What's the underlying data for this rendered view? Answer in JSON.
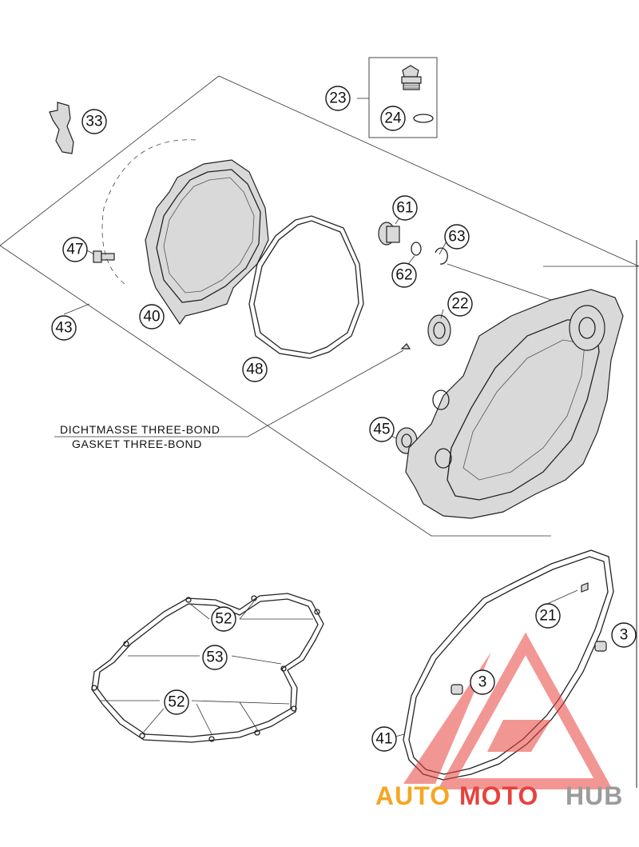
{
  "callouts": {
    "c23": "23",
    "c24": "24",
    "c33": "33",
    "c61": "61",
    "c63": "63",
    "c47": "47",
    "c62": "62",
    "c43": "43",
    "c40": "40",
    "c22": "22",
    "c48": "48",
    "c45": "45",
    "c52a": "52",
    "c53": "53",
    "c52b": "52",
    "c21": "21",
    "c3a": "3",
    "c3b": "3",
    "c41": "41"
  },
  "note": {
    "line1": "DICHTMASSE THREE-BOND",
    "line2": "GASKET THREE-BOND"
  },
  "watermark": {
    "part1": "AUTO",
    "part2": "MOTO",
    "part3": "HUB",
    "color_orange": "#f5a623",
    "color_red": "#e8413c",
    "color_gray": "#9b9b9b"
  }
}
